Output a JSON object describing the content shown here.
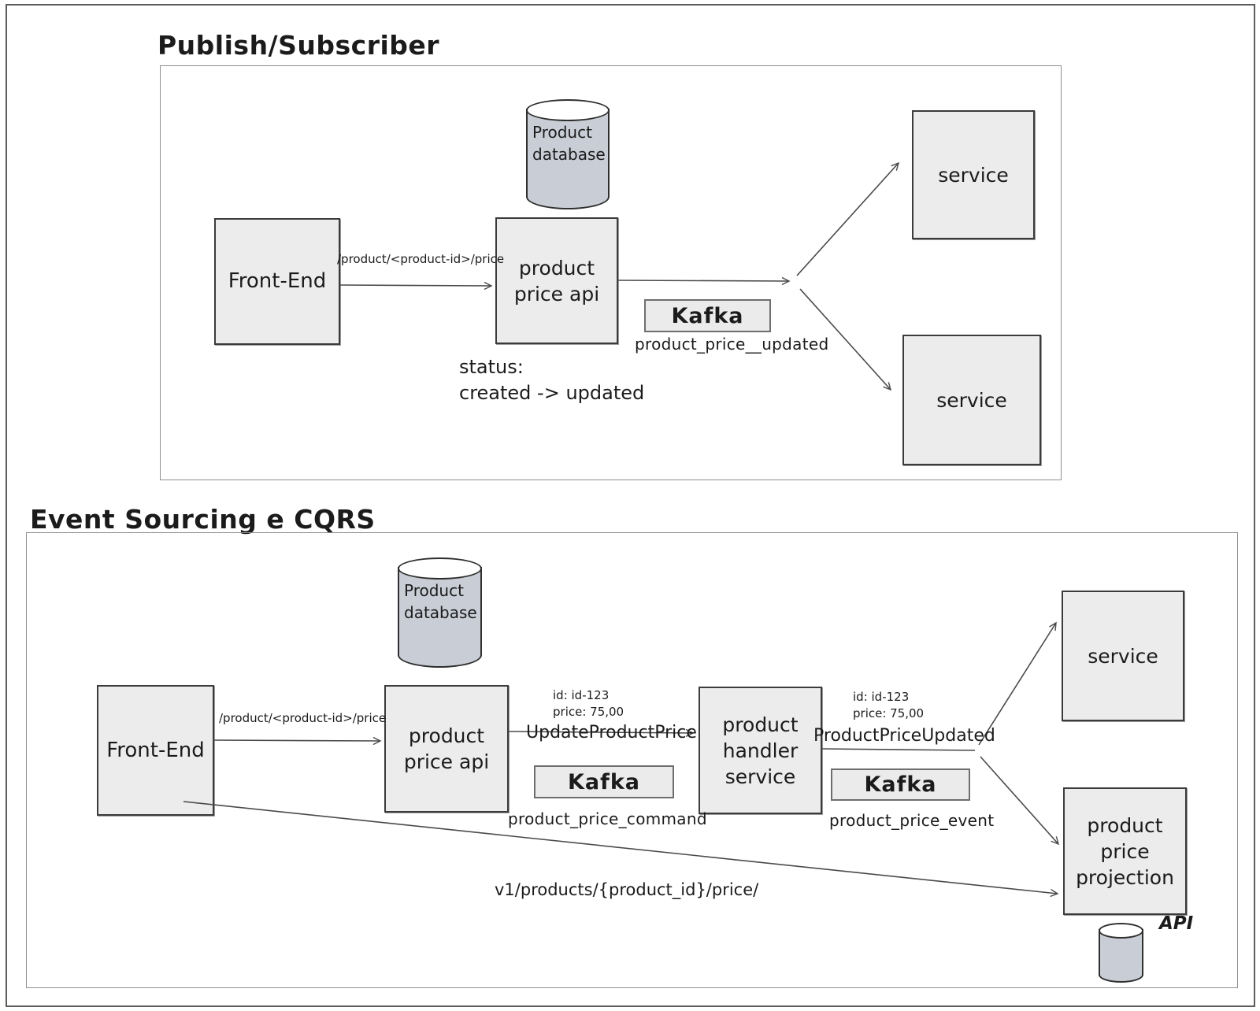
{
  "colors": {
    "node_fill": "#ececec",
    "node_border": "#3b3b3b",
    "kafka_border": "#6e6e6e",
    "cylinder_fill": "#c9cdd5",
    "container_border": "#8f8f8f",
    "arrow_stroke": "#4a4a4a",
    "text": "#1b1b1b"
  },
  "pubsub": {
    "title": "Publish/Subscriber",
    "nodes": {
      "database": "Product database",
      "front_end": "Front-End",
      "product_price_api": "product price api",
      "kafka": "Kafka",
      "service_top": "service",
      "service_bottom": "service"
    },
    "labels": {
      "request": "/product/<product-id>/price",
      "topic": "product_price__updated",
      "status_line1": "status:",
      "status_line2": "created -> updated"
    }
  },
  "cqrs": {
    "title": "Event Sourcing e CQRS",
    "nodes": {
      "database": "Product database",
      "front_end": "Front-End",
      "product_price_api": "product price api",
      "kafka_command": "Kafka",
      "product_handler_service": "product handler service",
      "kafka_event": "Kafka",
      "service": "service",
      "product_price_projection": "product price projection"
    },
    "labels": {
      "request": "/product/<product-id>/price",
      "command_payload_line1": "id: id-123",
      "command_payload_line2": "price: 75,00",
      "command": "UpdateProductPrice",
      "topic_command": "product_price_command",
      "event_payload_line1": "id: id-123",
      "event_payload_line2": "price: 75,00",
      "event": "ProductPriceUpdated",
      "topic_event": "product_price_event",
      "rest": "v1/products/{product_id}/price/",
      "api": "API"
    }
  }
}
